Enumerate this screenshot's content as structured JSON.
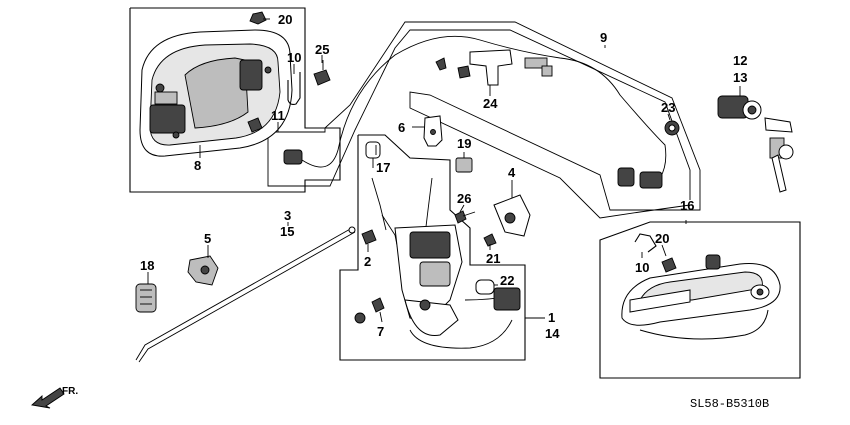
{
  "diagram_code": "SL58-B5310B",
  "direction_label": "FR.",
  "callouts": {
    "n1": "1",
    "n2": "2",
    "n3": "3",
    "n4": "4",
    "n5": "5",
    "n6": "6",
    "n7": "7",
    "n8": "8",
    "n9": "9",
    "n10a": "10",
    "n10b": "10",
    "n11": "11",
    "n12": "12",
    "n13": "13",
    "n14": "14",
    "n15": "15",
    "n16": "16",
    "n17": "17",
    "n18": "18",
    "n19": "19",
    "n20a": "20",
    "n20b": "20",
    "n21": "21",
    "n22": "22",
    "n23": "23",
    "n24": "24",
    "n25": "25",
    "n26": "26"
  }
}
